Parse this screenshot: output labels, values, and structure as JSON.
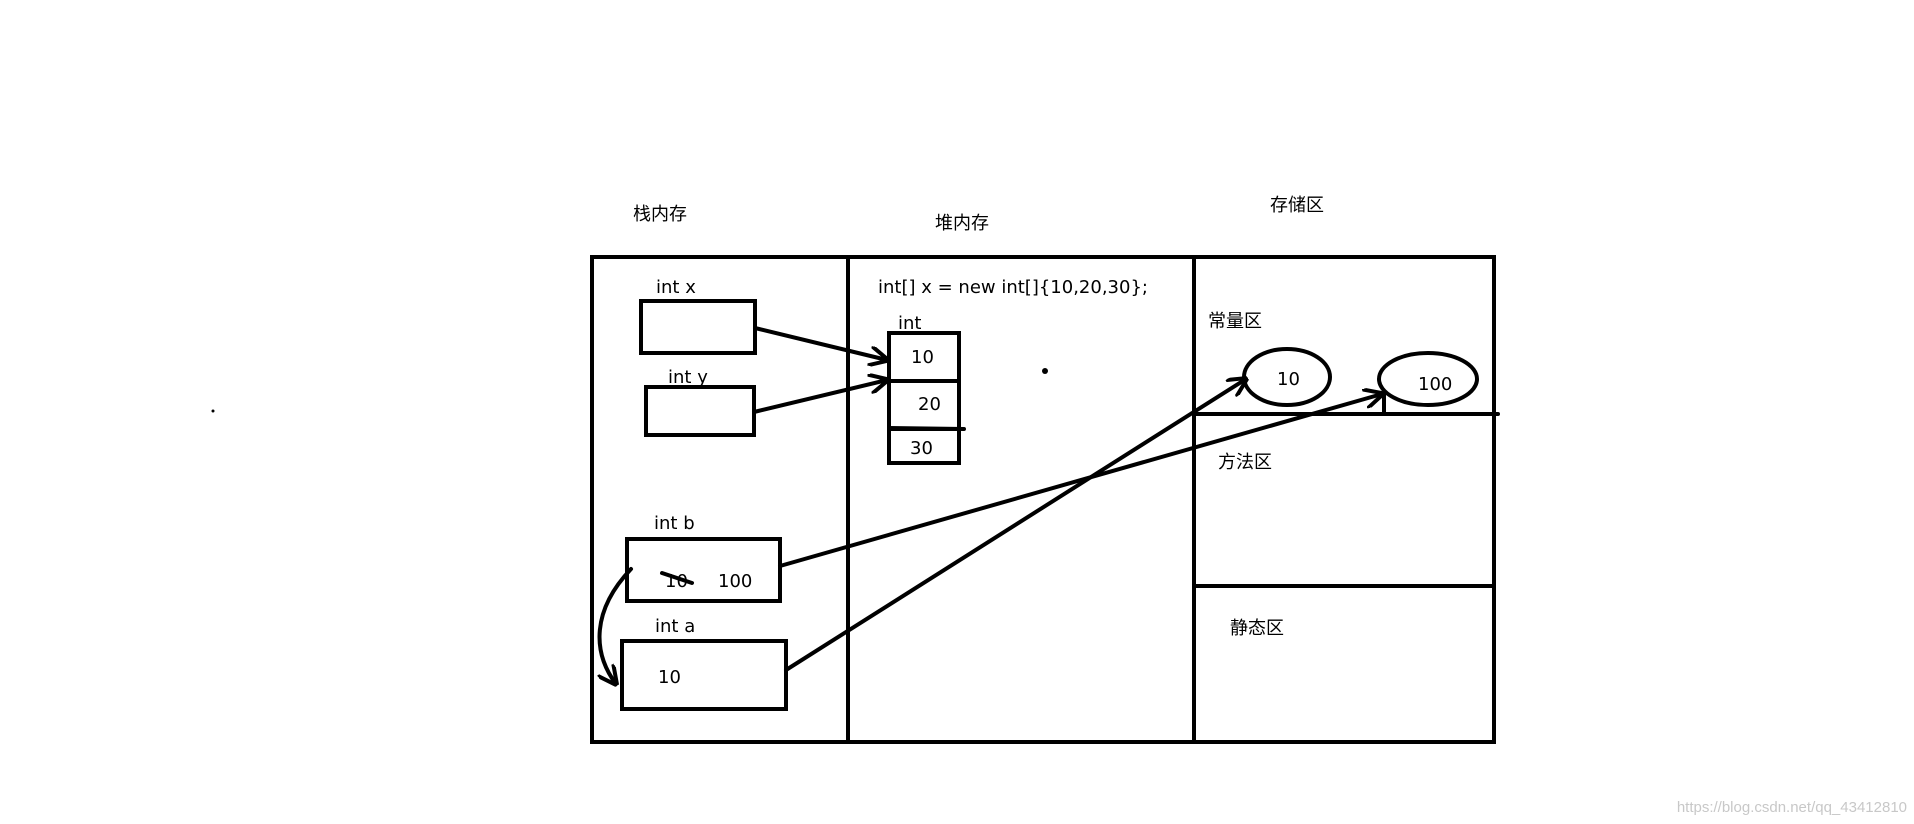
{
  "regions": {
    "stack_label": "栈内存",
    "heap_label": "堆内存",
    "storage_label": "存储区",
    "constant_label": "常量区",
    "method_label": "方法区",
    "static_label": "静态区"
  },
  "heap": {
    "code": "int[] x = new int[]{10,20,30};",
    "array_type": "int",
    "cells": [
      "10",
      "20",
      "30"
    ]
  },
  "stack": {
    "var_x": "int x",
    "var_y": "int y",
    "var_b": "int b",
    "var_b_old": "10",
    "var_b_value": "100",
    "var_a": "int a",
    "var_a_value": "10"
  },
  "constants": {
    "c1": "10",
    "c2": "100"
  },
  "watermark": "https://blog.csdn.net/qq_43412810"
}
